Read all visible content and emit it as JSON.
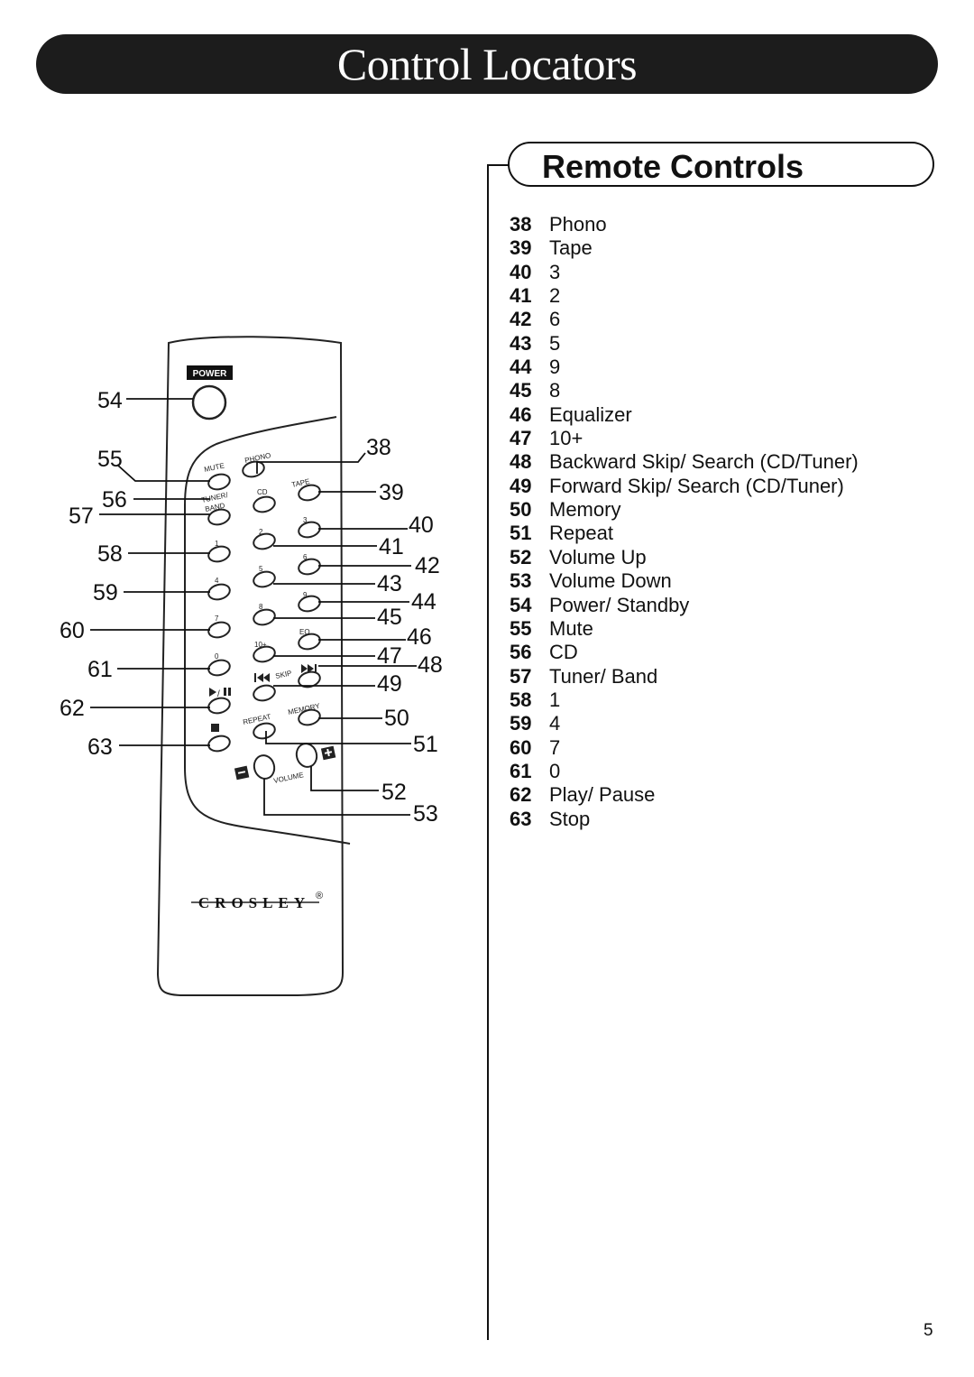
{
  "page_title": "Control Locators",
  "section_title": "Remote Controls",
  "page_number": "5",
  "legend": [
    {
      "num": "38",
      "label": "Phono"
    },
    {
      "num": "39",
      "label": "Tape"
    },
    {
      "num": "40",
      "label": "3"
    },
    {
      "num": "41",
      "label": "2"
    },
    {
      "num": "42",
      "label": "6"
    },
    {
      "num": "43",
      "label": "5"
    },
    {
      "num": "44",
      "label": "9"
    },
    {
      "num": "45",
      "label": "8"
    },
    {
      "num": "46",
      "label": "Equalizer"
    },
    {
      "num": "47",
      "label": "10+"
    },
    {
      "num": "48",
      "label": "Backward Skip/ Search (CD/Tuner)"
    },
    {
      "num": "49",
      "label": "Forward Skip/ Search (CD/Tuner)"
    },
    {
      "num": "50",
      "label": "Memory"
    },
    {
      "num": "51",
      "label": "Repeat"
    },
    {
      "num": "52",
      "label": "Volume Up"
    },
    {
      "num": "53",
      "label": "Volume Down"
    },
    {
      "num": "54",
      "label": "Power/ Standby"
    },
    {
      "num": "55",
      "label": "Mute"
    },
    {
      "num": "56",
      "label": "CD"
    },
    {
      "num": "57",
      "label": "Tuner/ Band"
    },
    {
      "num": "58",
      "label": "1"
    },
    {
      "num": "59",
      "label": "4"
    },
    {
      "num": "60",
      "label": "7"
    },
    {
      "num": "61",
      "label": "0"
    },
    {
      "num": "62",
      "label": "Play/ Pause"
    },
    {
      "num": "63",
      "label": "Stop"
    }
  ],
  "remote": {
    "power_label": "POWER",
    "mute": "MUTE",
    "phono": "PHONO",
    "tape": "TAPE",
    "tuner": "TUNER/",
    "band": "BAND",
    "cd": "CD",
    "k1": "1",
    "k2": "2",
    "k3": "3",
    "k4": "4",
    "k5": "5",
    "k6": "6",
    "k7": "7",
    "k8": "8",
    "k9": "9",
    "k0": "0",
    "k10": "10+",
    "eq": "EQ",
    "skip": "SKIP",
    "repeat": "REPEAT",
    "memory": "MEMORY",
    "volume": "VOLUME",
    "brand": "CROSLEY",
    "registered": "®"
  },
  "callouts": {
    "c38": "38",
    "c39": "39",
    "c40": "40",
    "c41": "41",
    "c42": "42",
    "c43": "43",
    "c44": "44",
    "c45": "45",
    "c46": "46",
    "c47": "47",
    "c48": "48",
    "c49": "49",
    "c50": "50",
    "c51": "51",
    "c52": "52",
    "c53": "53",
    "c54": "54",
    "c55": "55",
    "c56": "56",
    "c57": "57",
    "c58": "58",
    "c59": "59",
    "c60": "60",
    "c61": "61",
    "c62": "62",
    "c63": "63"
  }
}
